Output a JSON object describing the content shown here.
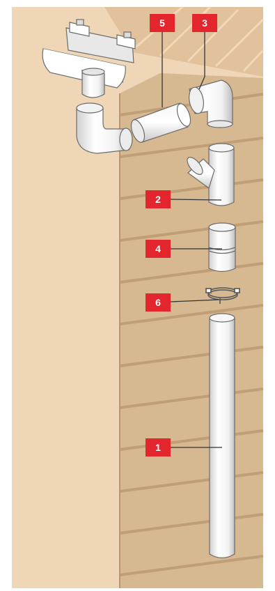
{
  "colors": {
    "wall_side": "#eed6b6",
    "wall_front": "#d6b891",
    "board_line": "#c4a27a",
    "roof": "#e2c29d",
    "pipe": "#ffffff",
    "pipe_shade": "#d9d9d9",
    "outline": "#6b6b6b",
    "badge": "#e3262e",
    "badge_text": "#ffffff",
    "leader": "#333333"
  },
  "labels": {
    "downpipe": "1",
    "branch": "2",
    "bend_top": "3",
    "socket": "4",
    "offset_pipe": "5",
    "pipe_clip": "6"
  }
}
